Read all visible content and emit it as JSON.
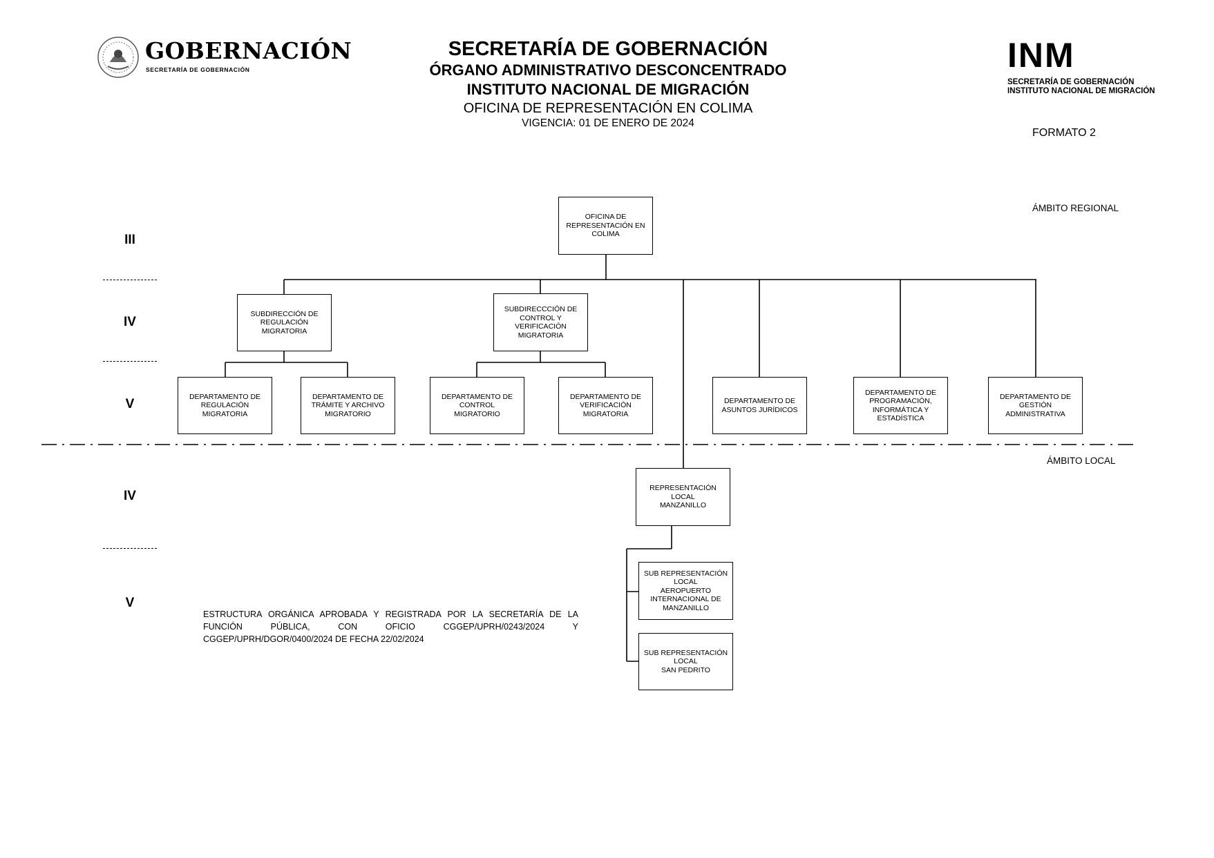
{
  "header": {
    "left_logo_title": "GOBERNACIÓN",
    "left_logo_subtitle": "SECRETARÍA DE GOBERNACIÓN",
    "title_lines": [
      "SECRETARÍA DE GOBERNACIÓN",
      "ÓRGANO ADMINISTRATIVO DESCONCENTRADO",
      "INSTITUTO NACIONAL DE MIGRACIÓN",
      "OFICINA DE REPRESENTACIÓN EN COLIMA",
      "VIGENCIA: 01 DE ENERO DE 2024"
    ],
    "right_logo_mark": "INM",
    "right_logo_sub1": "SECRETARÍA DE GOBERNACIÓN",
    "right_logo_sub2": "INSTITUTO NACIONAL DE MIGRACIÓN",
    "format_label": "FORMATO 2"
  },
  "scope": {
    "regional": "ÁMBITO REGIONAL",
    "local": "ÁMBITO LOCAL"
  },
  "levels": {
    "regional": [
      "III",
      "IV",
      "V"
    ],
    "local": [
      "IV",
      "V"
    ]
  },
  "nodes": {
    "root": "OFICINA DE\nREPRESENTACIÓN  EN\nCOLIMA",
    "sub_regulacion": "SUBDIRECCIÓN DE\nREGULACIÓN\nMIGRATORIA",
    "sub_control": "SUBDIRECCCIÓN DE\nCONTROL Y\nVERIFICACIÓN\nMIGRATORIA",
    "dep_regulacion": "DEPARTAMENTO DE\nREGULACIÓN\nMIGRATORIA",
    "dep_tramite": "DEPARTAMENTO DE\nTRÁMITE Y ARCHIVO\nMIGRATORIO",
    "dep_control": "DEPARTAMENTO DE\nCONTROL\nMIGRATORIO",
    "dep_verificacion": "DEPARTAMENTO DE\nVERIFICACIÓN\nMIGRATORIA",
    "dep_juridicos": "DEPARTAMENTO DE\nASUNTOS JURÍDICOS",
    "dep_programacion": "DEPARTAMENTO DE\nPROGRAMACIÓN,\nINFORMÁTICA Y\nESTADÍSTICA",
    "dep_gestion": "DEPARTAMENTO DE\nGESTIÓN\nADMINISTRATIVA",
    "rep_manzanillo": "REPRESENTACIÓN\nLOCAL\nMANZANILLO",
    "subrep_aeropuerto": "SUB REPRESENTACIÓN\nLOCAL\nAEROPUERTO\nINTERNACIONAL DE\nMANZANILLO",
    "subrep_sanpedrito": "SUB REPRESENTACIÓN\nLOCAL\nSAN PEDRITO"
  },
  "footnote": "ESTRUCTURA ORGÁNICA APROBADA Y REGISTRADA POR LA SECRETARÍA DE LA FUNCIÓN PÚBLICA, CON OFICIO CGGEP/UPRH/0243/2024 Y CGGEP/UPRH/DGOR/0400/2024 DE FECHA 22/02/2024"
}
